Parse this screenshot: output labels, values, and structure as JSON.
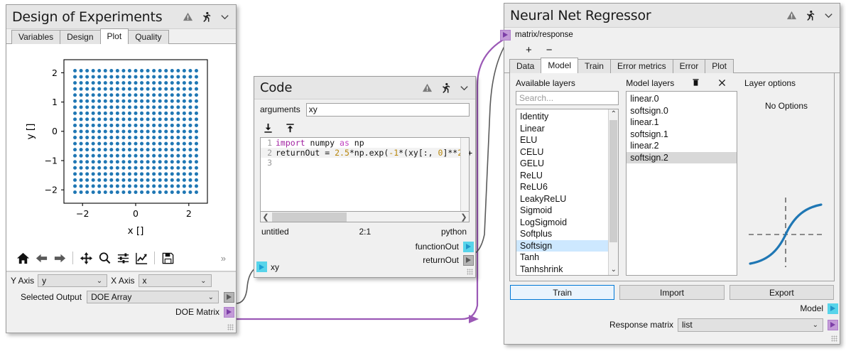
{
  "doe": {
    "title": "Design of Experiments",
    "title_icons": [
      "warning-icon",
      "run-icon",
      "chevron-down-icon"
    ],
    "tabs": [
      {
        "label": "Variables",
        "active": false
      },
      {
        "label": "Design",
        "active": false
      },
      {
        "label": "Plot",
        "active": true
      },
      {
        "label": "Quality",
        "active": false
      }
    ],
    "toolbar_icons": [
      "home-icon",
      "back-arrow-icon",
      "forward-arrow-icon",
      "pan-icon",
      "zoom-icon",
      "configure-subplots-icon",
      "edit-curves-icon",
      "save-figure-icon"
    ],
    "toolbar_overflow": "»",
    "y_axis_label": "Y Axis",
    "y_axis_value": "y",
    "x_axis_label": "X Axis",
    "x_axis_value": "x",
    "selected_output_label": "Selected Output",
    "selected_output_value": "DOE Array",
    "doe_matrix_label": "DOE Matrix"
  },
  "chart_data": {
    "type": "scatter",
    "title": "",
    "xlabel": "x []",
    "ylabel": "y []",
    "xlim": [
      -2.6,
      2.6
    ],
    "ylim": [
      -2.6,
      2.6
    ],
    "xticks": [
      -2,
      0,
      2
    ],
    "yticks": [
      -2,
      -1,
      0,
      1,
      2
    ],
    "xticklabels": [
      "−2",
      "0",
      "2"
    ],
    "yticklabels": [
      "−2",
      "−1",
      "0",
      "1",
      "2"
    ],
    "grid": false,
    "legend": null,
    "marker_color": "#1f77b4",
    "description": "Full factorial grid of sample points, 21 x 21, spanning -2.2 to 2.2 in both x and y",
    "grid_n": 21,
    "x_values": [
      -2.2,
      -1.98,
      -1.76,
      -1.54,
      -1.32,
      -1.1,
      -0.88,
      -0.66,
      -0.44,
      -0.22,
      0,
      0.22,
      0.44,
      0.66,
      0.88,
      1.1,
      1.32,
      1.54,
      1.76,
      1.98,
      2.2
    ],
    "y_values": [
      -2.2,
      -1.98,
      -1.76,
      -1.54,
      -1.32,
      -1.1,
      -0.88,
      -0.66,
      -0.44,
      -0.22,
      0,
      0.22,
      0.44,
      0.66,
      0.88,
      1.1,
      1.32,
      1.54,
      1.76,
      1.98,
      2.2
    ]
  },
  "code": {
    "title": "Code",
    "title_icons": [
      "warning-icon",
      "run-icon",
      "chevron-down-icon"
    ],
    "arguments_label": "arguments",
    "arguments_value": "xy",
    "toolbar_icons": [
      "import-icon",
      "export-icon"
    ],
    "lines": [
      {
        "n": "1",
        "tokens": [
          {
            "t": "import",
            "c": "kw"
          },
          {
            "t": " numpy ",
            "c": "op"
          },
          {
            "t": "as",
            "c": "kw2"
          },
          {
            "t": " np",
            "c": "op"
          }
        ]
      },
      {
        "n": "2",
        "tokens": [
          {
            "t": "returnOut = ",
            "c": "op"
          },
          {
            "t": "2.5",
            "c": "num"
          },
          {
            "t": "*np.exp(",
            "c": "op"
          },
          {
            "t": "-1",
            "c": "num"
          },
          {
            "t": "*(xy[:, ",
            "c": "op"
          },
          {
            "t": "0",
            "c": "num"
          },
          {
            "t": "]**",
            "c": "op"
          },
          {
            "t": "2",
            "c": "num"
          },
          {
            "t": " +",
            "c": "op"
          }
        ]
      },
      {
        "n": "3",
        "tokens": []
      }
    ],
    "filename": "untitled",
    "cursor": "2:1",
    "language": "python",
    "output_ports": [
      "functionOut",
      "returnOut"
    ],
    "input_port": "xy"
  },
  "nn": {
    "title": "Neural Net Regressor",
    "title_icons": [
      "warning-icon",
      "run-icon",
      "chevron-down-icon"
    ],
    "input_port_label": "matrix/response",
    "plus_label": "+",
    "minus_label": "−",
    "tabs": [
      {
        "label": "Data",
        "active": false
      },
      {
        "label": "Model",
        "active": true
      },
      {
        "label": "Train",
        "active": false
      },
      {
        "label": "Error metrics",
        "active": false
      },
      {
        "label": "Error",
        "active": false
      },
      {
        "label": "Plot",
        "active": false
      }
    ],
    "available_layers_label": "Available layers",
    "search_placeholder": "Search...",
    "available_layers": [
      {
        "label": "Identity",
        "selected": false
      },
      {
        "label": "Linear",
        "selected": false
      },
      {
        "label": "ELU",
        "selected": false
      },
      {
        "label": "CELU",
        "selected": false
      },
      {
        "label": "GELU",
        "selected": false
      },
      {
        "label": "ReLU",
        "selected": false
      },
      {
        "label": "ReLU6",
        "selected": false
      },
      {
        "label": "LeakyReLU",
        "selected": false
      },
      {
        "label": "Sigmoid",
        "selected": false
      },
      {
        "label": "LogSigmoid",
        "selected": false
      },
      {
        "label": "Softplus",
        "selected": false
      },
      {
        "label": "Softsign",
        "selected": true
      },
      {
        "label": "Tanh",
        "selected": false
      },
      {
        "label": "Tanhshrink",
        "selected": false
      }
    ],
    "model_layers_label": "Model layers",
    "model_layers_icons": [
      "trash-icon",
      "close-icon"
    ],
    "model_layers": [
      {
        "label": "linear.0",
        "selected": false
      },
      {
        "label": "softsign.0",
        "selected": false
      },
      {
        "label": "linear.1",
        "selected": false
      },
      {
        "label": "softsign.1",
        "selected": false
      },
      {
        "label": "linear.2",
        "selected": false
      },
      {
        "label": "softsign.2",
        "selected": true
      }
    ],
    "layer_options_label": "Layer options",
    "no_options_text": "No Options",
    "activation_preview": "softsign-curve-icon",
    "buttons": [
      {
        "label": "Train",
        "primary": true
      },
      {
        "label": "Import",
        "primary": false
      },
      {
        "label": "Export",
        "primary": false
      }
    ],
    "model_port_label": "Model",
    "response_matrix_label": "Response matrix",
    "response_matrix_value": "list"
  },
  "colors": {
    "accent_blue": "#0078d7",
    "selection_blue": "#cde8ff",
    "selection_gray": "#d8d8d8",
    "port_cyan": "#57d4ea",
    "port_purple": "#c39bd8",
    "wire_purple": "#9b59b6",
    "wire_gray": "#5a5a5a",
    "marker_blue": "#1f77b4"
  }
}
